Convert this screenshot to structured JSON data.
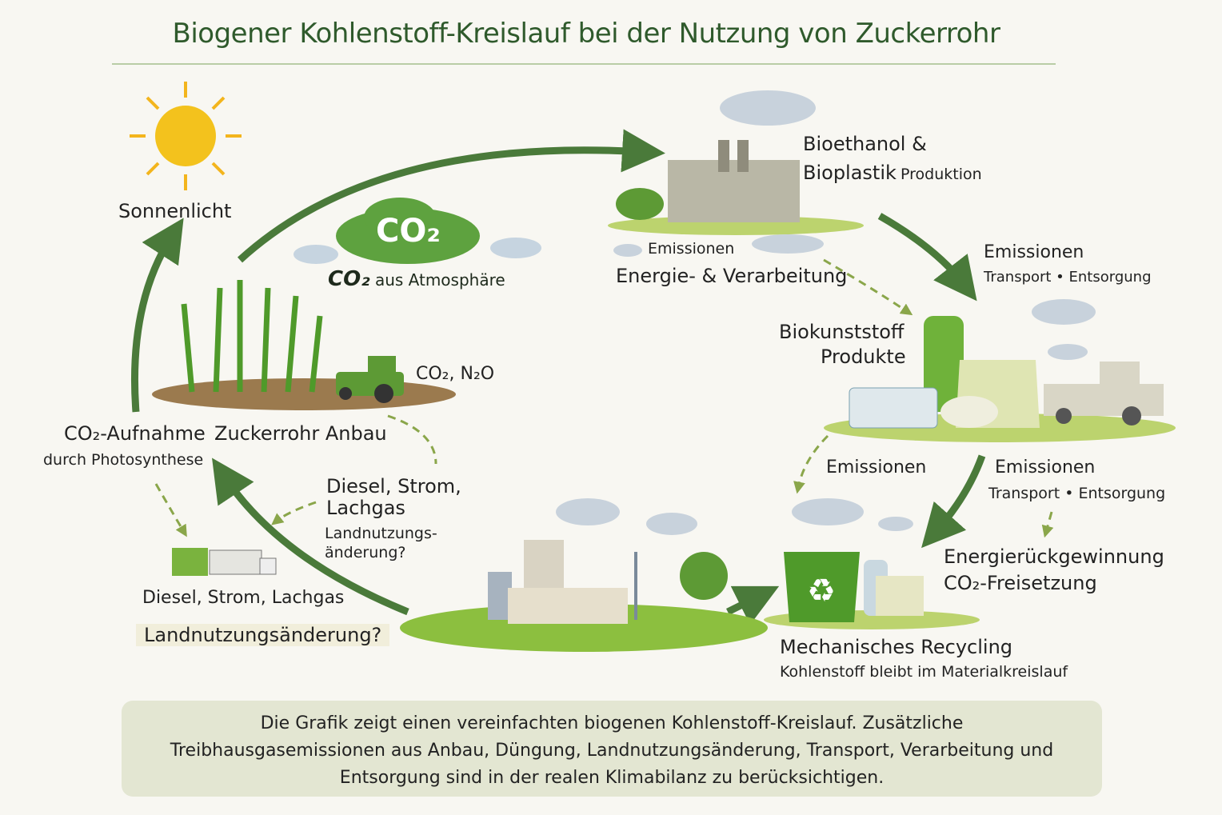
{
  "title": "Biogener Kohlenstoff-Kreislauf bei der Nutzung von Zuckerrohr",
  "sun": {
    "label": "Sonnenlicht"
  },
  "co2_cloud": {
    "text": "CO₂",
    "label_prefix": "CO₂",
    "label_suffix": "aus Atmosphäre"
  },
  "factory": {
    "title_line1": "Bioethanol &",
    "title_line2_bold": "Bioplastik",
    "title_line2_rest": "Produktion",
    "emission_label": "Emissionen",
    "emission_detail": "Energie- & Verarbeitung"
  },
  "transport_emission": {
    "label": "Emissionen",
    "detail": "Transport • Entsorgung"
  },
  "products": {
    "line1": "Biokunststoff",
    "line2": "Produkte"
  },
  "field": {
    "emission": "CO₂, N₂O",
    "label": "Zuckerrohr Anbau"
  },
  "photosynthesis": {
    "line1": "CO₂-Aufnahme",
    "line2": "durch Photosynthese"
  },
  "inputs_mid": {
    "line1": "Diesel, Strom,",
    "line2": "Lachgas",
    "line3": "Landnutzungs-",
    "line4": "änderung?"
  },
  "inputs_left": {
    "line1": "Diesel, Strom, Lachgas",
    "line2": "Landnutzungsänderung?"
  },
  "disposal_emissions_left": {
    "label": "Emissionen"
  },
  "disposal_emissions_right": {
    "label": "Emissionen",
    "detail": "Transport • Entsorgung"
  },
  "energy_recovery": {
    "line1": "Energierückgewinnung",
    "line2": "CO₂-Freisetzung"
  },
  "recycling": {
    "title": "Mechanisches Recycling",
    "subtitle": "Kohlenstoff bleibt im Materialkreislauf"
  },
  "footnote": "Die Grafik zeigt einen vereinfachten biogenen Kohlenstoff-Kreislauf. Zusätzliche Treibhausgasemissionen aus Anbau, Düngung, Landnutzungsänderung, Transport, Verarbeitung und Entsorgung sind in der realen Klimabilanz zu berücksichtigen.",
  "colors": {
    "arrow": "#4a7a3a",
    "title": "#2f5a2c",
    "note_bg": "#e3e6d2"
  }
}
